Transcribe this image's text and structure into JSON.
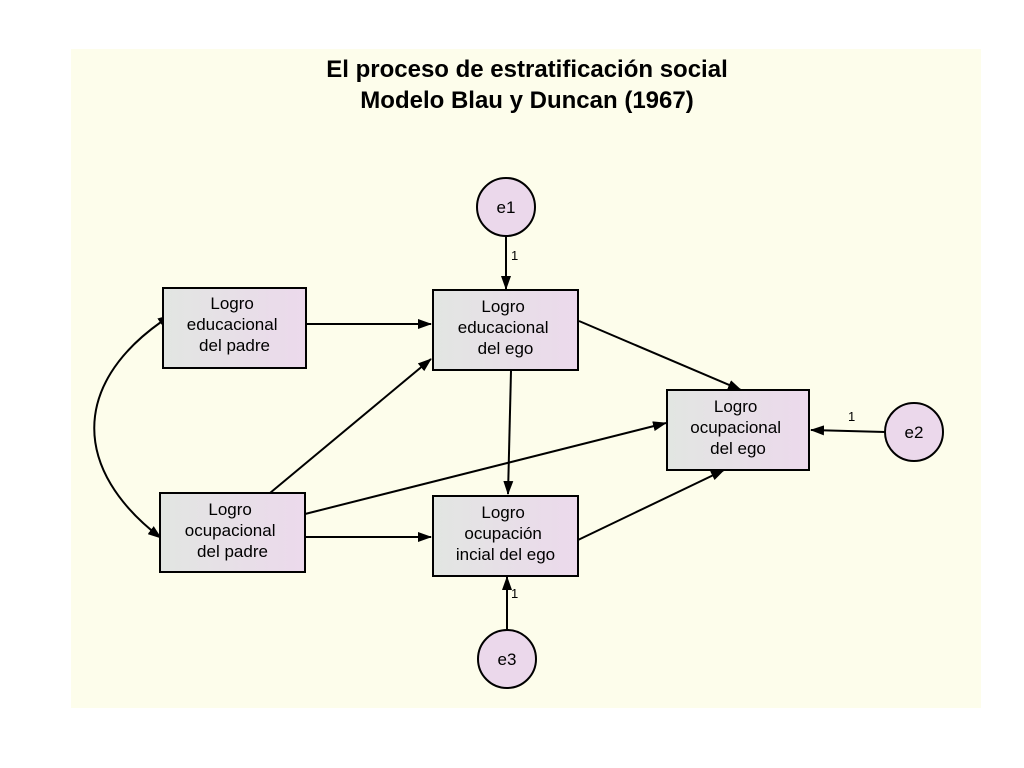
{
  "title": {
    "line1": "El proceso de estratificación social",
    "line2": "Modelo Blau y Duncan (1967)"
  },
  "nodes": {
    "educ_padre": [
      "Logro",
      "educacional",
      "del padre"
    ],
    "ocup_padre": [
      "Logro",
      "ocupacional",
      "del padre"
    ],
    "educ_ego": [
      "Logro",
      "educacional",
      "del ego"
    ],
    "ocup_inicial_ego": [
      "Logro",
      "ocupación",
      "incial del ego"
    ],
    "ocup_ego": [
      "Logro",
      "ocupacional",
      "del ego"
    ]
  },
  "errors": {
    "e1": "e1",
    "e2": "e2",
    "e3": "e3"
  },
  "weights": {
    "e1": "1",
    "e2": "1",
    "e3": "1"
  },
  "colors": {
    "panel_bg": "#fdfdeb",
    "node_fill_left": "#e2e6e2",
    "node_fill_right": "#ecd9ec",
    "error_fill": "#ebd8eb",
    "stroke": "#000000"
  }
}
